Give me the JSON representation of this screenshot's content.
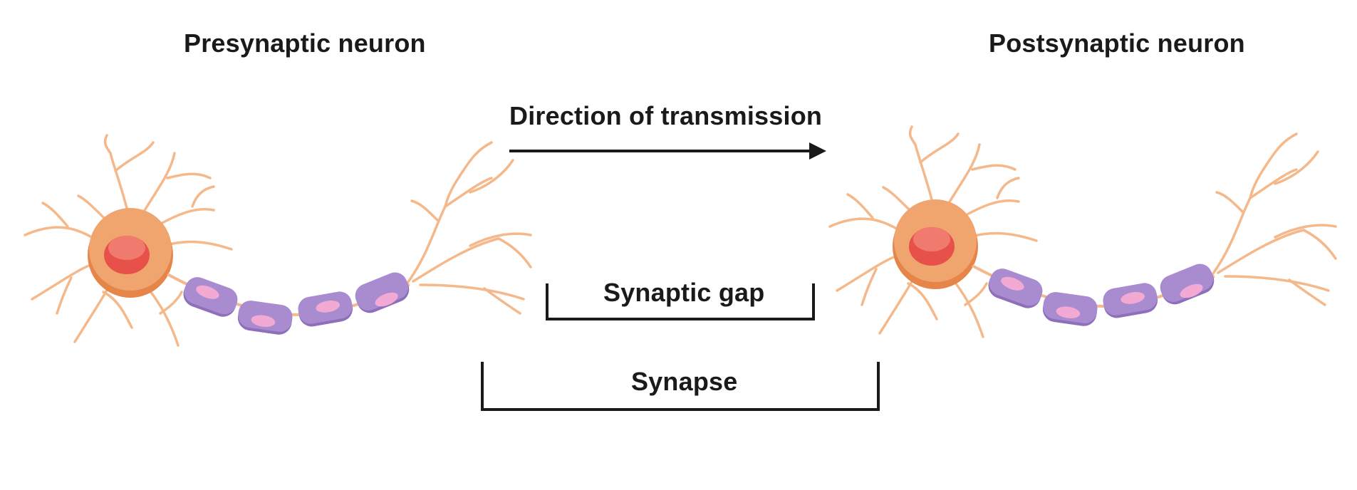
{
  "labels": {
    "presynaptic": "Presynaptic neuron",
    "postsynaptic": "Postsynaptic neuron",
    "direction": "Direction of transmission",
    "synaptic_gap": "Synaptic gap",
    "synapse": "Synapse"
  },
  "colors": {
    "dendrite": "#f5b88a",
    "soma_outer": "#f0a46e",
    "soma_inner": "#e6854a",
    "nucleus": "#e8514a",
    "nucleus_highlight": "#f07a6e",
    "myelin": "#a98bcf",
    "myelin_edge": "#8d6fba",
    "myelin_spot": "#f2a9d4",
    "text": "#1a1a1a"
  }
}
